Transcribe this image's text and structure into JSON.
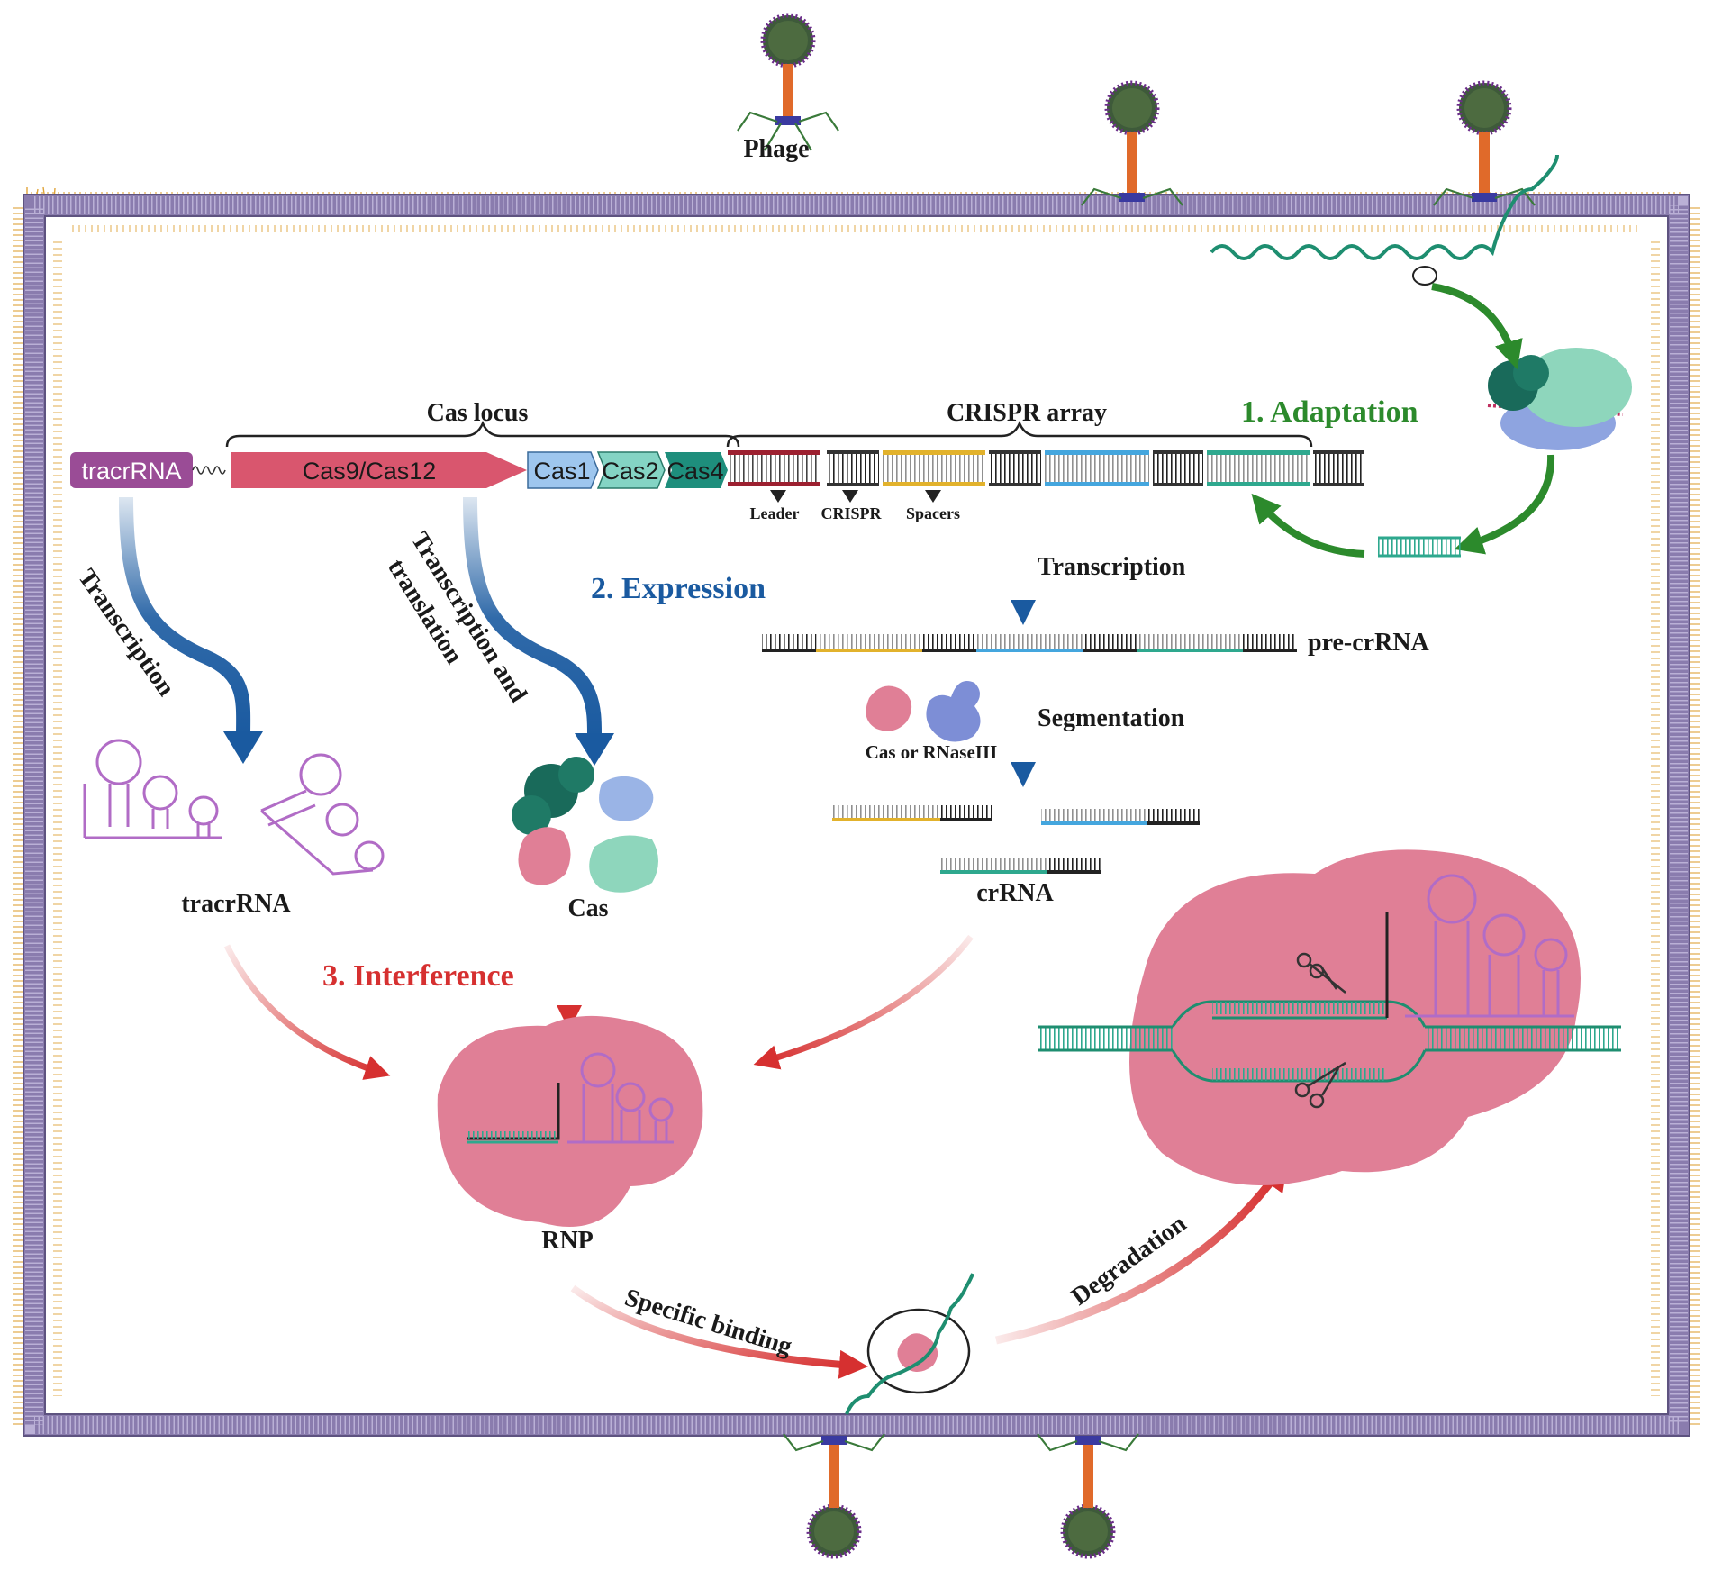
{
  "labels": {
    "phage": "Phage",
    "cas_locus": "Cas locus",
    "crispr_array": "CRISPR array",
    "adaptation": "1. Adaptation",
    "expression": "2. Expression",
    "interference": "3. Interference",
    "leader": "Leader",
    "crispr": "CRISPR",
    "spacers": "Spacers",
    "transcription_right": "Transcription",
    "transcription_left": "Transcription",
    "transcription_translation_1": "Transcription and",
    "transcription_translation_2": "translation",
    "pre_crrna": "pre-crRNA",
    "segmentation": "Segmentation",
    "cas_or_rnaseiii": "Cas or RNaseIII",
    "tracrrna": "tracrRNA",
    "cas": "Cas",
    "crrna": "crRNA",
    "rnp": "RNP",
    "specific_binding": "Specific binding",
    "degradation": "Degradation"
  },
  "genes": {
    "tracrrna_gene": "tracrRNA",
    "cas9_cas12": "Cas9/Cas12",
    "cas1": "Cas1",
    "cas2": "Cas2",
    "cas4": "Cas4"
  },
  "colors": {
    "membrane": "#8a7cae",
    "membrane_dark": "#5e5380",
    "lipid_tail": "#e0a43a",
    "tracr_gene": "#9a4c96",
    "cas9_gene": "#d9566e",
    "cas1_gene": "#9ec6ee",
    "cas2_gene": "#84d4c4",
    "cas4_gene": "#1e8e7c",
    "leader": "#9c2030",
    "repeat": "#333333",
    "spacer_yellow": "#e2b22c",
    "spacer_blue": "#44a6de",
    "spacer_teal": "#2ea88e",
    "adaptation_green": "#2c8a2c",
    "expression_blue": "#1a5aa0",
    "interference_red": "#d63030",
    "rnp_pink": "#e07f96",
    "tracr_purple": "#b16cc6",
    "dna_teal": "#1e8e70"
  }
}
